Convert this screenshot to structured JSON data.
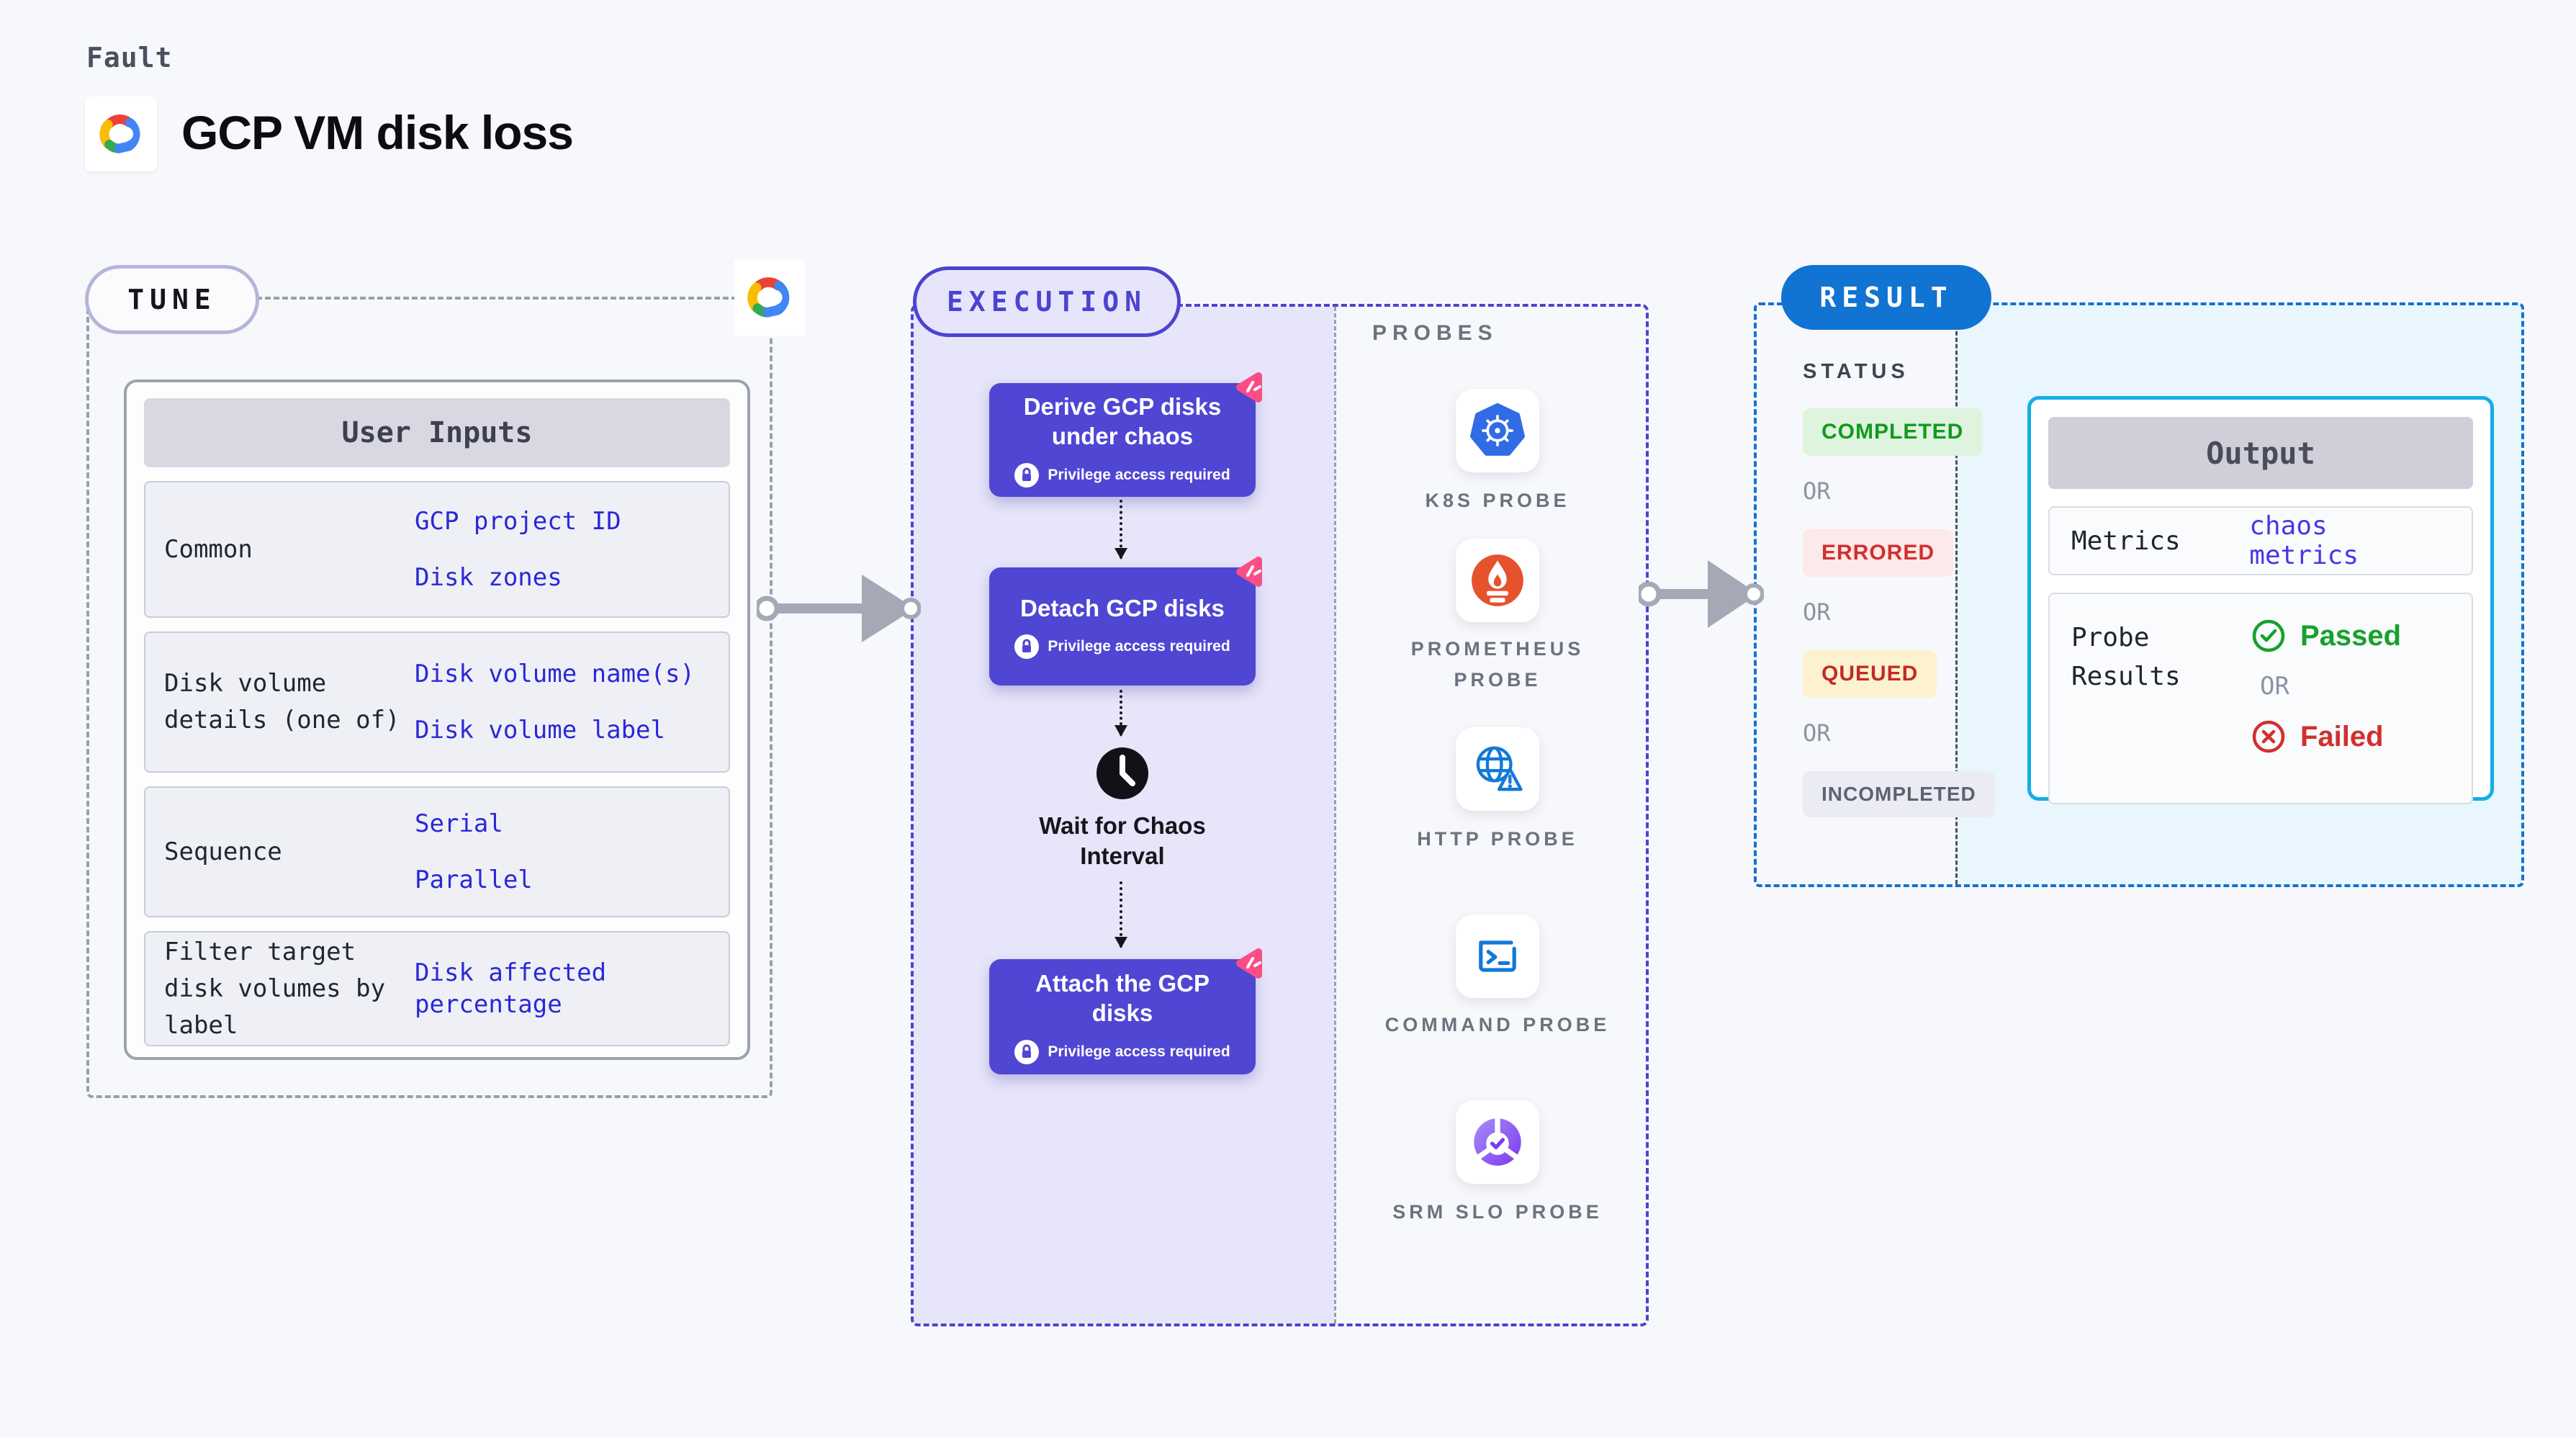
{
  "page": {
    "kicker": "Fault",
    "title": "GCP VM disk loss"
  },
  "colors": {
    "page_bg": "#f7f8fb",
    "indigo_accent": "#4b44cf",
    "step_fill": "#4f46d4",
    "execution_bg": "#e7e5f9",
    "result_blue": "#1173d2",
    "output_border": "#14aee6",
    "result_bg": "#e9f6fd",
    "value_blue": "#2b28d6",
    "metrics_value_blue": "#4637e6",
    "passed_green": "#16a12b",
    "failed_red": "#d22f2f",
    "queued_text": "#c32a2a",
    "pink_badge": "#fb4d86",
    "gray_dash": "#98a0ac"
  },
  "tune": {
    "pill": "TUNE",
    "table": {
      "header": "User Inputs",
      "rows": [
        {
          "label": "Common",
          "values": [
            "GCP project ID",
            "Disk zones"
          ]
        },
        {
          "label": "Disk volume details (one of)",
          "values": [
            "Disk volume name(s)",
            "Disk volume label"
          ]
        },
        {
          "label": "Sequence",
          "values": [
            "Serial",
            "Parallel"
          ]
        },
        {
          "label": "Filter target disk volumes by label",
          "values": [
            "Disk affected percentage"
          ]
        }
      ]
    }
  },
  "execution": {
    "pill": "EXECUTION",
    "steps": [
      {
        "title": "Derive GCP disks under chaos",
        "badge": "Privilege access required"
      },
      {
        "title": "Detach GCP disks",
        "badge": "Privilege access required"
      },
      {
        "title": "Attach the GCP disks",
        "badge": "Privilege access required"
      }
    ],
    "wait_label": "Wait for Chaos Interval"
  },
  "probes": {
    "label": "PROBES",
    "items": [
      {
        "label": "K8S PROBE",
        "icon": "kubernetes-icon"
      },
      {
        "label": "PROMETHEUS PROBE",
        "icon": "prometheus-icon"
      },
      {
        "label": "HTTP PROBE",
        "icon": "http-globe-icon"
      },
      {
        "label": "COMMAND PROBE",
        "icon": "terminal-icon"
      },
      {
        "label": "SRM SLO PROBE",
        "icon": "slo-chart-icon"
      }
    ]
  },
  "result": {
    "pill": "RESULT",
    "status": {
      "label": "STATUS",
      "items": [
        {
          "text": "COMPLETED",
          "type": "completed"
        },
        {
          "text": "OR",
          "type": "or"
        },
        {
          "text": "ERRORED",
          "type": "errored"
        },
        {
          "text": "OR",
          "type": "or"
        },
        {
          "text": "QUEUED",
          "type": "queued"
        },
        {
          "text": "OR",
          "type": "or"
        },
        {
          "text": "INCOMPLETED",
          "type": "incompleted"
        }
      ]
    },
    "output": {
      "header": "Output",
      "metrics_label": "Metrics",
      "metrics_value": "chaos metrics",
      "probe_results_label": "Probe Results",
      "passed": "Passed",
      "or": "OR",
      "failed": "Failed"
    }
  }
}
